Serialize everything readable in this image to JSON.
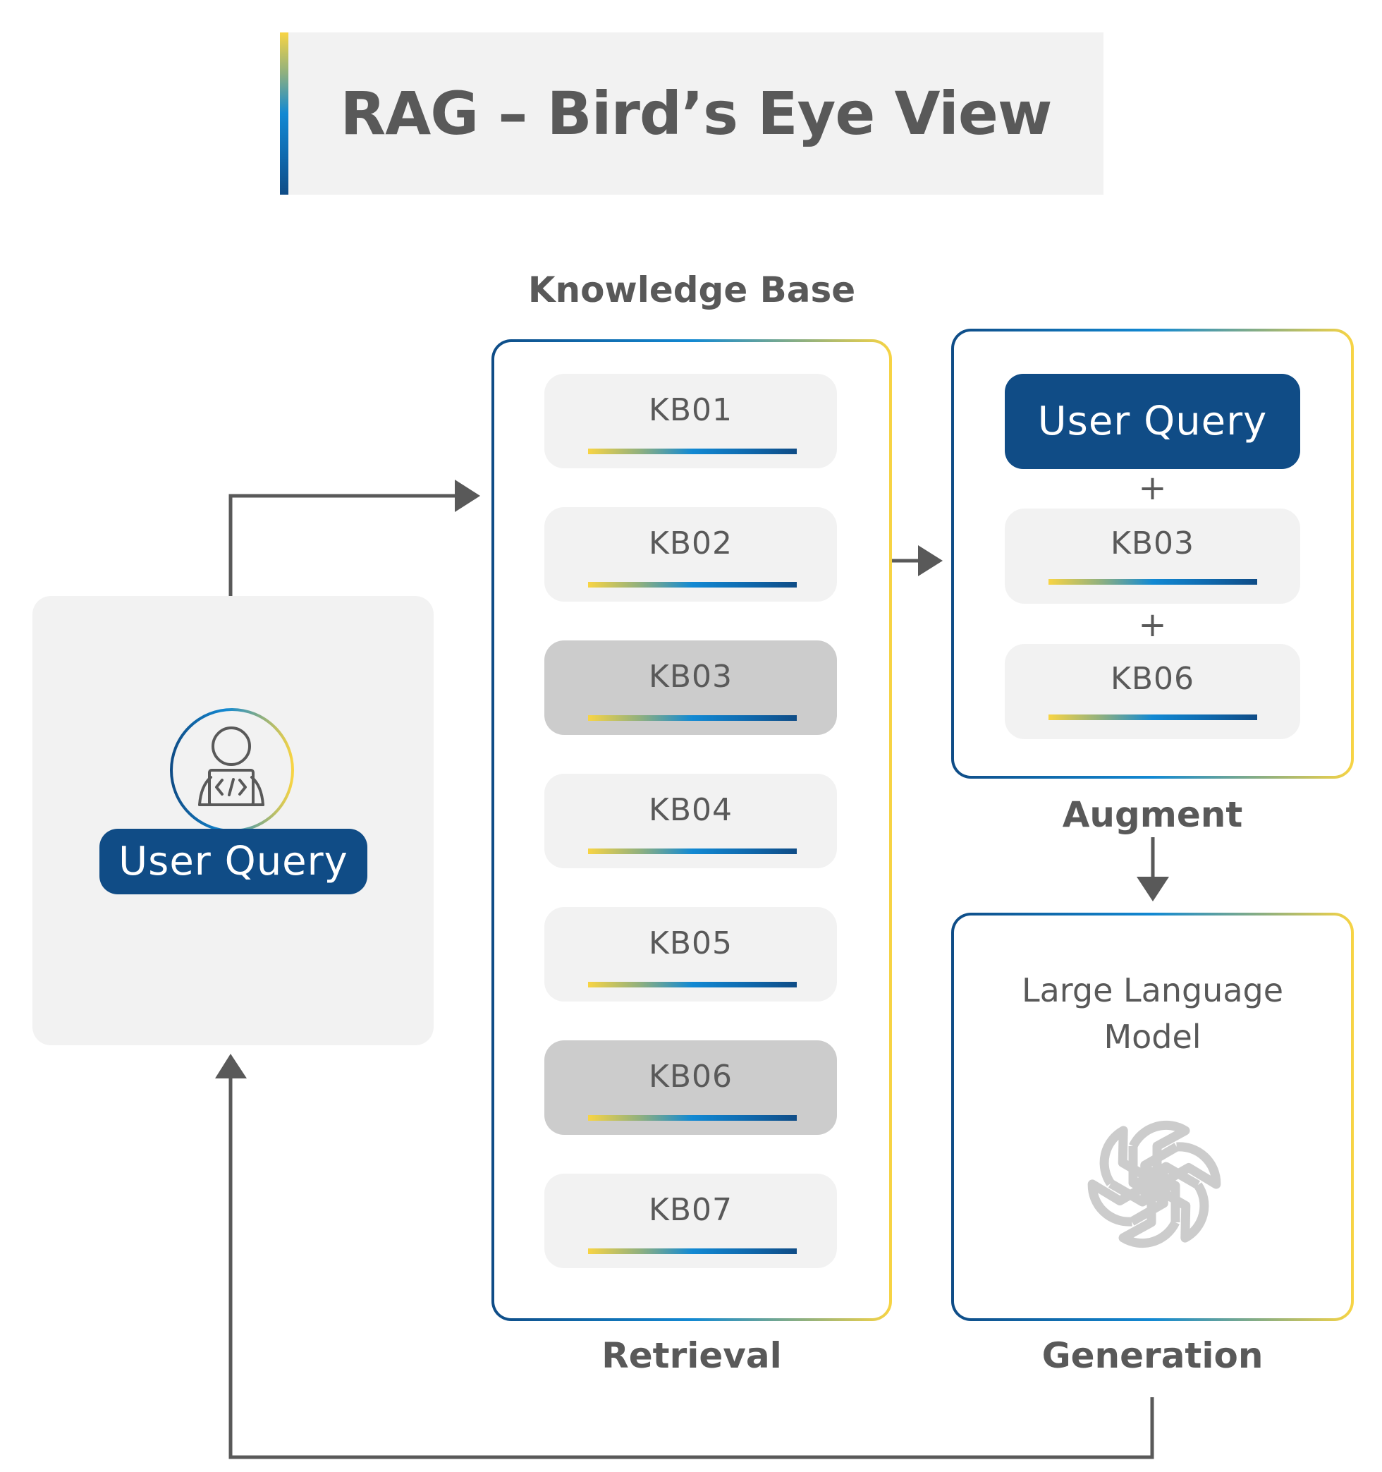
{
  "title": "RAG – Bird’s Eye View",
  "knowledge_base": {
    "label": "Knowledge Base",
    "items": [
      {
        "id": "KB01",
        "selected": false
      },
      {
        "id": "KB02",
        "selected": false
      },
      {
        "id": "KB03",
        "selected": true
      },
      {
        "id": "KB04",
        "selected": false
      },
      {
        "id": "KB05",
        "selected": false
      },
      {
        "id": "KB06",
        "selected": true
      },
      {
        "id": "KB07",
        "selected": false
      }
    ],
    "stage_label": "Retrieval"
  },
  "user_panel": {
    "icon": "developer-user-icon",
    "label": "User Query"
  },
  "augment": {
    "query_label": "User Query",
    "plus_symbol": "+",
    "items": [
      "KB03",
      "KB06"
    ],
    "stage_label": "Augment"
  },
  "generation": {
    "model_label_line1": "Large Language",
    "model_label_line2": "Model",
    "icon": "openai-logo-icon",
    "stage_label": "Generation"
  },
  "colors": {
    "primary_blue": "#104c86",
    "text_gray": "#595959",
    "panel_gray": "#f2f2f2",
    "selected_gray": "#cccccc",
    "gradient": [
      "#f8d444",
      "#8fb07f",
      "#1289d3",
      "#0f6bb0",
      "#0f4c86"
    ],
    "arrow_gray": "#595959"
  }
}
